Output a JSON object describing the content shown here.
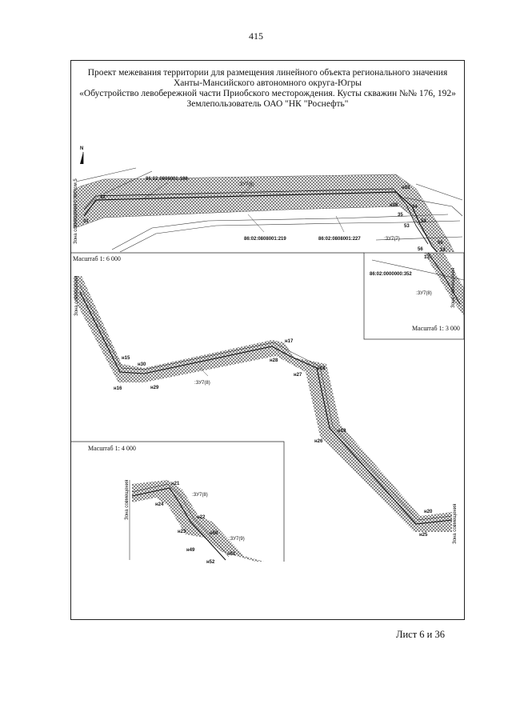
{
  "page_number": "415",
  "title_lines": [
    "Проект межевания территории для размещения линейного объекта регионального значения",
    "Ханты-Мансийского автономного округа-Югры",
    "«Обустройство левобережной части Приобского месторождения. Кусты скважин №№ 176, 192»",
    "Землепользователь ОАО \"НК \"Роснефть\""
  ],
  "north_label": "N",
  "scales": {
    "s6000": "Масштаб 1: 6 000",
    "s3000": "Масштаб 1: 3 000",
    "s4000": "Масштаб 1: 4 000"
  },
  "cadastral": {
    "c198": "86:02:0808001:198",
    "c219": "86:02:0808001:219",
    "c227": "86:02:0808001:227",
    "c352": "86:02:0000000:352"
  },
  "parcels": {
    "zu6": ":ЗУ7(6)",
    "zu7": ":ЗУ7(7)",
    "zu8a": ":ЗУ7(8)",
    "zu8b": ":ЗУ7(8)",
    "zu8c": ":ЗУ7(8)",
    "zu9": ":ЗУ7(9)"
  },
  "zone_labels": {
    "z1": "Зона совмещения с листом 5",
    "z2": "Зона совмещения",
    "z3": "Зона совмещения",
    "z4": "Зона совмещения",
    "z5": "Зона совмещения"
  },
  "points": {
    "p31": "31",
    "p32": "32",
    "p33": "н33",
    "p36": "н36",
    "p34": "34",
    "p35": "35",
    "p53": "53",
    "p54": "54",
    "p55": "55",
    "p56": "56",
    "p13": "13",
    "p14": "14",
    "n15": "н15",
    "n30": "н30",
    "n16": "н16",
    "n29": "н29",
    "n17": "н17",
    "n28": "н28",
    "n27": "н27",
    "n18": "н18",
    "n19": "н19",
    "n26": "н26",
    "n20": "н20",
    "n25": "н25",
    "n21": "н21",
    "n24": "н24",
    "n22": "н22",
    "n23": "н23",
    "n50": "н50",
    "n49": "н49",
    "n51": "н51",
    "n52": "н52"
  },
  "sheet_label": "Лист 6 и 36",
  "colors": {
    "hatch": "#5a5a5a",
    "line": "#111111",
    "frame": "#222222"
  }
}
